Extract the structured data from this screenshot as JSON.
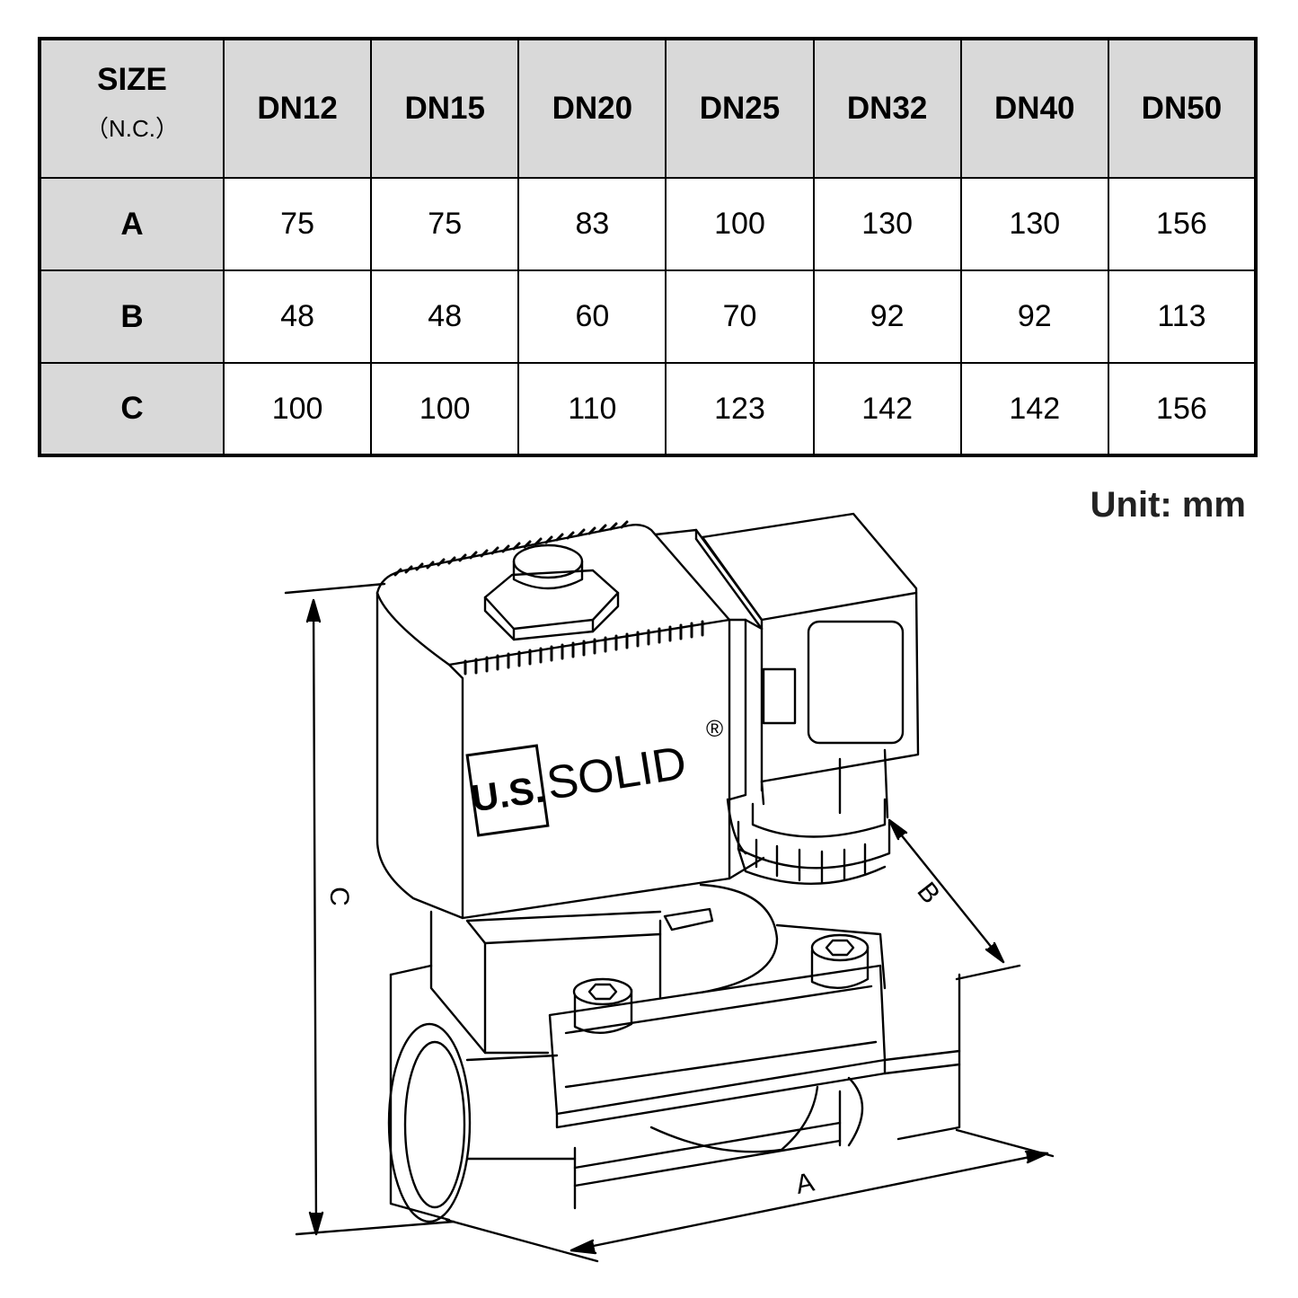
{
  "table": {
    "corner": {
      "title": "SIZE",
      "subtitle": "（N.C.）"
    },
    "columns": [
      "DN12",
      "DN15",
      "DN20",
      "DN25",
      "DN32",
      "DN40",
      "DN50"
    ],
    "rows": [
      {
        "label": "A",
        "values": [
          "75",
          "75",
          "83",
          "100",
          "130",
          "130",
          "156"
        ]
      },
      {
        "label": "B",
        "values": [
          "48",
          "48",
          "60",
          "70",
          "92",
          "92",
          "113"
        ]
      },
      {
        "label": "C",
        "values": [
          "100",
          "100",
          "110",
          "123",
          "142",
          "142",
          "156"
        ]
      }
    ]
  },
  "unit_note": "Unit: mm",
  "drawing": {
    "brand_mark": "U.S.",
    "brand_name": "SOLID",
    "registered_mark": "®",
    "dimension_labels": {
      "a": "A",
      "b": "B",
      "c": "C"
    }
  }
}
